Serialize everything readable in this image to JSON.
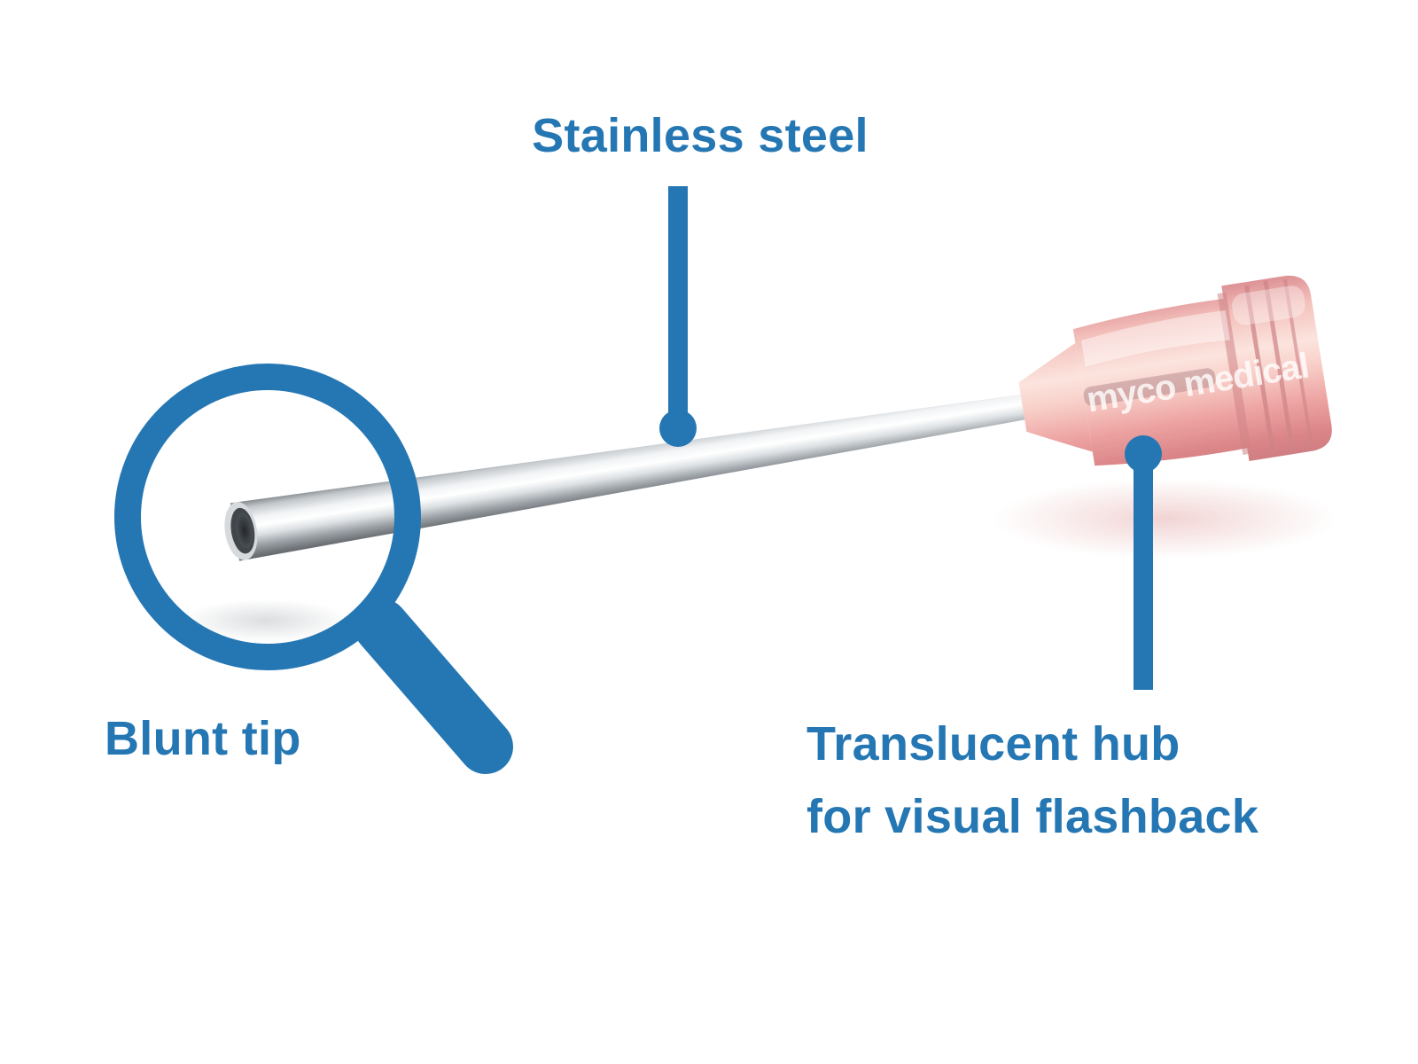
{
  "diagram": {
    "title_label": "Stainless steel",
    "tip_label": "Blunt tip",
    "hub_label_line1": "Translucent hub",
    "hub_label_line2": "for visual flashback",
    "hub_brand": "myco medical",
    "colors": {
      "accent_blue": "#2577b4",
      "hub_pink": "#f3b6b2",
      "steel_highlight": "#ffffff",
      "steel_shadow": "#62676c"
    }
  }
}
